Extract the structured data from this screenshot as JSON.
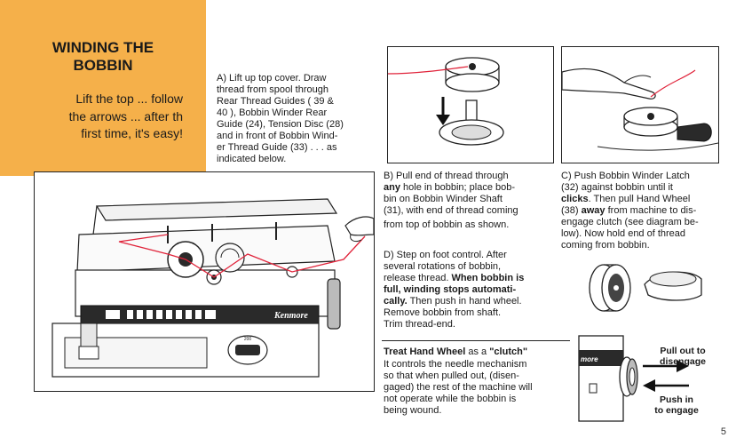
{
  "panel": {
    "title_line1": "WINDING THE",
    "title_line2": "BOBBIN",
    "subtitle_line1": "Lift the top ... follow",
    "subtitle_line2": "the arrows ... after th",
    "subtitle_line3": "first time, it's easy!"
  },
  "step_a": {
    "lines": [
      "A)  Lift up top cover. Draw",
      "thread from spool through",
      "Rear Thread Guides ( 39 &",
      "40 ), Bobbin Winder Rear",
      "Guide (24), Tension Disc (28)",
      "and in front of Bobbin Wind-",
      "er Thread Guide (33) . . . as",
      "indicated below."
    ]
  },
  "step_b": {
    "line1": "B)  Pull end of thread through",
    "line2_bold": "any",
    "line2_rest": " hole in bobbin; place bob-",
    "line3": "bin on Bobbin Winder Shaft",
    "line4": "(31), with end of thread coming",
    "line5": "from top of bobbin as shown."
  },
  "step_c": {
    "line1": "C)  Push Bobbin Winder Latch",
    "line2": "(32) against bobbin until it",
    "line3_bold": "clicks",
    "line3_rest": ". Then pull Hand Wheel",
    "line4_pre": "(38) ",
    "line4_bold": "away",
    "line4_rest": " from machine to dis-",
    "line5": "engage clutch (see diagram be-",
    "line6": "low). Now hold end of thread",
    "line7": "coming from bobbin."
  },
  "step_d": {
    "line1": "D)  Step on foot control. After",
    "line2": "several rotations of bobbin,",
    "line3_pre": "release thread. ",
    "line3_bold": "When bobbin is",
    "line4_bold": "full, winding stops automati-",
    "line5_bold": "cally.",
    "line5_rest": " Then push in hand wheel.",
    "line6": "Remove bobbin from shaft.",
    "line7": "Trim thread-end."
  },
  "clutch": {
    "heading_pre": "Treat Hand Wheel ",
    "heading_mid": "as a",
    "heading_post": " \"clutch\"",
    "lines": [
      "It controls the needle mechanism",
      "so that when pulled out, (disen-",
      "gaged) the rest of the machine will",
      "not operate while the bobbin is",
      "being wound."
    ]
  },
  "diagram": {
    "pull_out_line1": "Pull out to",
    "pull_out_line2": "disengage",
    "push_in_line1": "Push in",
    "push_in_line2": "to engage",
    "brand_small": "more"
  },
  "machine": {
    "brand": "Kenmore",
    "dial_number": "200"
  },
  "page": {
    "number": "5"
  }
}
